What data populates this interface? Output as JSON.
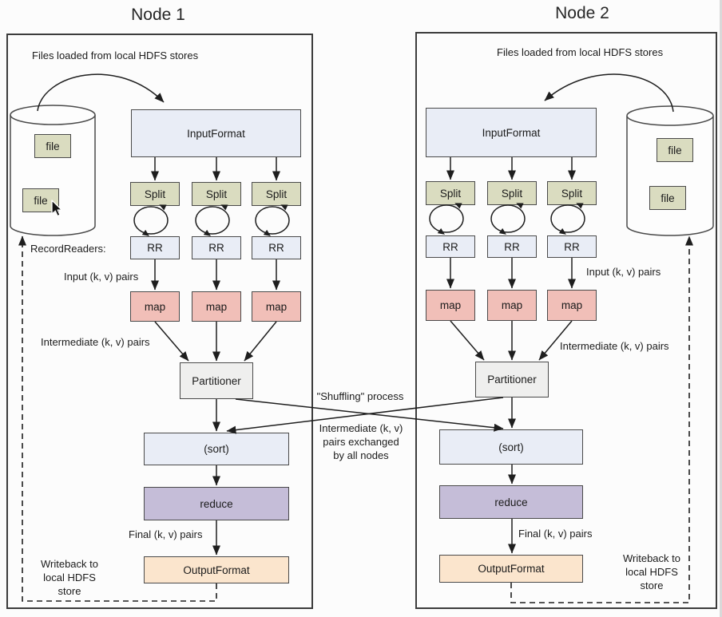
{
  "colors": {
    "background": "#fcfcfc",
    "frame": "#3c3c3c",
    "box_border": "#4a4a4a",
    "arrow": "#1e1e1e",
    "text": "#1b1b1b",
    "box_blue": "#e9edf6",
    "box_khaki": "#dadcc0",
    "box_pink": "#f1bfb8",
    "box_gray": "#efefee",
    "box_purple": "#c5bdd8",
    "box_peach": "#fbe5cd"
  },
  "node1": {
    "title": "Node 1",
    "files_loaded_label": "Files loaded from local HDFS stores",
    "file_labels": [
      "file",
      "file"
    ],
    "input_format_label": "InputFormat",
    "split_labels": [
      "Split",
      "Split",
      "Split"
    ],
    "record_readers_label": "RecordReaders:",
    "rr_labels": [
      "RR",
      "RR",
      "RR"
    ],
    "input_pairs_label": "Input (k, v) pairs",
    "map_labels": [
      "map",
      "map",
      "map"
    ],
    "intermediate_pairs_label": "Intermediate (k, v) pairs",
    "partitioner_label": "Partitioner",
    "sort_label": "(sort)",
    "reduce_label": "reduce",
    "final_pairs_label": "Final (k, v) pairs",
    "output_format_label": "OutputFormat",
    "writeback_label": "Writeback to\nlocal HDFS\nstore"
  },
  "node2": {
    "title": "Node 2",
    "files_loaded_label": "Files loaded from local HDFS stores",
    "file_labels": [
      "file",
      "file"
    ],
    "input_format_label": "InputFormat",
    "split_labels": [
      "Split",
      "Split",
      "Split"
    ],
    "rr_labels": [
      "RR",
      "RR",
      "RR"
    ],
    "input_pairs_label": "Input (k, v) pairs",
    "map_labels": [
      "map",
      "map",
      "map"
    ],
    "intermediate_pairs_label": "Intermediate (k, v) pairs",
    "partitioner_label": "Partitioner",
    "sort_label": "(sort)",
    "reduce_label": "reduce",
    "final_pairs_label": "Final (k, v) pairs",
    "output_format_label": "OutputFormat",
    "writeback_label": "Writeback to\nlocal HDFS\nstore"
  },
  "middle": {
    "shuffling_label": "\"Shuffling\" process",
    "exchange_label": "Intermediate (k, v)\npairs exchanged\nby all nodes"
  }
}
